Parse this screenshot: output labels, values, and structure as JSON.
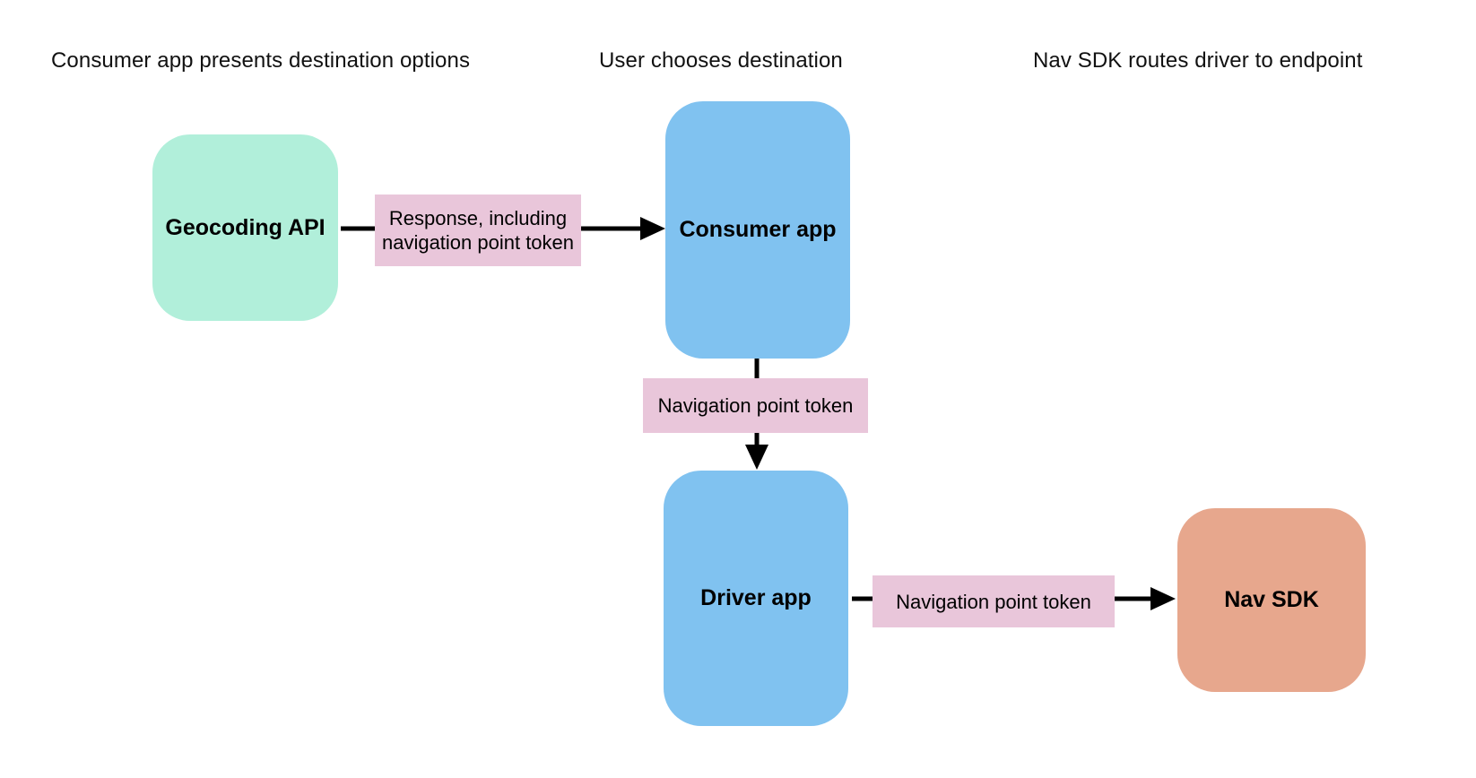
{
  "columns": [
    {
      "heading": "Consumer app presents destination options"
    },
    {
      "heading": "User chooses destination"
    },
    {
      "heading": "Nav SDK routes driver to endpoint"
    }
  ],
  "nodes": {
    "geocoding_api": {
      "label": "Geocoding API"
    },
    "consumer_app": {
      "label": "Consumer app"
    },
    "driver_app": {
      "label": "Driver app"
    },
    "nav_sdk": {
      "label": "Nav SDK"
    }
  },
  "edges": {
    "geocoding_to_consumer": {
      "label": "Response, including navigation point token"
    },
    "consumer_to_driver": {
      "label": "Navigation point token"
    },
    "driver_to_nav_sdk": {
      "label": "Navigation point token"
    }
  },
  "colors": {
    "geocoding_fill": "#B1EFDA",
    "app_fill": "#80C2F0",
    "edge_label_fill": "#E9C6DA",
    "nav_sdk_fill": "#E7A78D",
    "arrow": "#000000",
    "heading_text": "#111111",
    "background": "#FFFFFF"
  }
}
